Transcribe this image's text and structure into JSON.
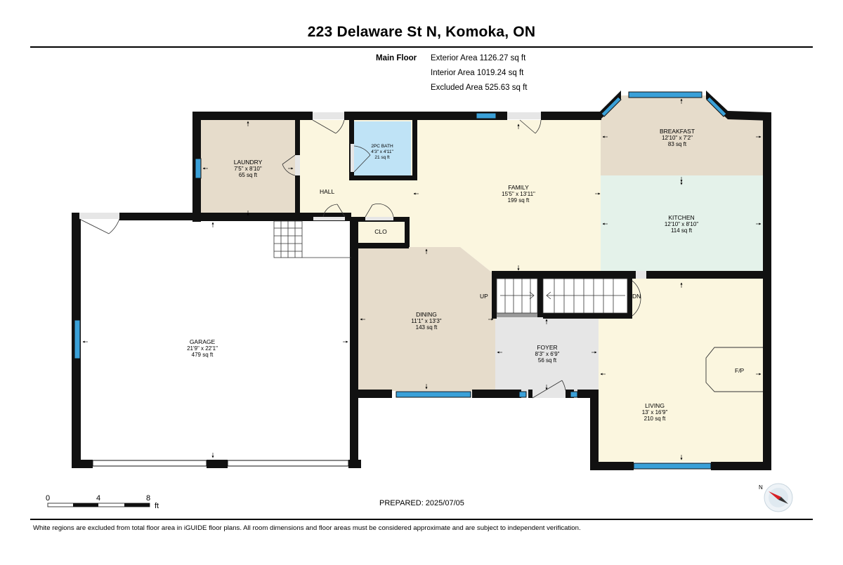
{
  "header": {
    "title": "223 Delaware St N, Komoka, ON"
  },
  "areas": {
    "floor_label": "Main Floor",
    "exterior": "Exterior Area 1126.27 sq ft",
    "interior": "Interior Area 1019.24 sq ft",
    "excluded": "Excluded Area 525.63 sq ft"
  },
  "rooms": {
    "laundry": {
      "name": "LAUNDRY",
      "dims": "7'5\" x 8'10\"",
      "area": "65 sq ft"
    },
    "bath": {
      "name": "2PC BATH",
      "dims": "4'3\" x 4'11\"",
      "area": "21 sq ft"
    },
    "hall": {
      "name": "HALL"
    },
    "family": {
      "name": "FAMILY",
      "dims": "15'5\" x 13'11\"",
      "area": "199 sq ft"
    },
    "breakfast": {
      "name": "BREAKFAST",
      "dims": "12'10\" x 7'2\"",
      "area": "83 sq ft"
    },
    "kitchen": {
      "name": "KITCHEN",
      "dims": "12'10\" x 8'10\"",
      "area": "114 sq ft"
    },
    "clo": {
      "name": "CLO"
    },
    "dining": {
      "name": "DINING",
      "dims": "11'1\" x 13'3\"",
      "area": "143 sq ft"
    },
    "garage": {
      "name": "GARAGE",
      "dims": "21'9\" x 22'1\"",
      "area": "479 sq ft"
    },
    "foyer": {
      "name": "FOYER",
      "dims": "8'3\" x 6'9\"",
      "area": "56 sq ft"
    },
    "living": {
      "name": "LIVING",
      "dims": "13' x 16'9\"",
      "area": "210 sq ft"
    }
  },
  "stairs": {
    "up": "UP",
    "down": "DN"
  },
  "fireplace": "F/P",
  "scale": {
    "ticks": [
      "0",
      "4",
      "8"
    ],
    "unit": "ft"
  },
  "compass": {
    "north": "N"
  },
  "prepared": "PREPARED: 2025/07/05",
  "footer": "White regions are excluded from total floor area in iGUIDE floor plans. All room dimensions and floor areas must be considered approximate and are subject to independent verification.",
  "colors": {
    "wall": "#111111",
    "window": "#3aa0d8",
    "laundry": "#e6dccb",
    "bath": "#bfe3f6",
    "hall_family": "#fbf6df",
    "breakfast": "#e6dccb",
    "kitchen": "#e4f2ea",
    "dining": "#e6dccb",
    "foyer": "#e6e6e6",
    "living": "#fbf6df"
  }
}
